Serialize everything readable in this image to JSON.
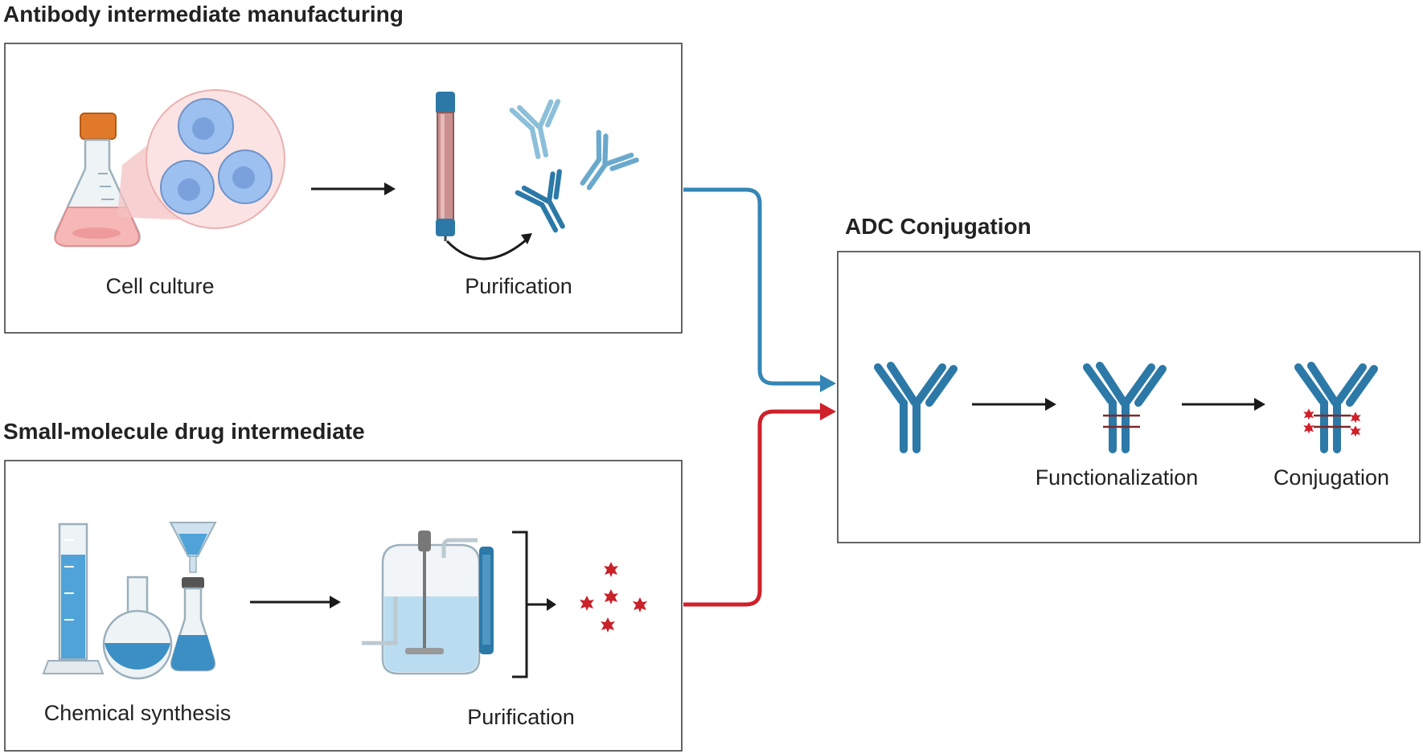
{
  "sections": {
    "antibody": {
      "title": "Antibody intermediate manufacturing",
      "step1": "Cell culture",
      "step2": "Purification"
    },
    "small_molecule": {
      "title": "Small-molecule drug intermediate",
      "step1": "Chemical synthesis",
      "step2": "Purification"
    },
    "adc": {
      "title": "ADC Conjugation",
      "step2": "Functionalization",
      "step3": "Conjugation"
    }
  },
  "colors": {
    "antibody": "#2c79a8",
    "antibody_light": "#7fb4d0",
    "drug": "#c9222b",
    "flow_antibody": "#3586b5",
    "flow_drug": "#d0202a",
    "arrow": "#1b1b1b",
    "liquid": "#5aa6d4",
    "cell": "#8fb3e8",
    "culture": "#f4b4b4"
  },
  "icons": [
    "flask-icon",
    "cell-icon",
    "column-icon",
    "antibody-icon",
    "cylinder-icon",
    "reactor-icon",
    "drug-molecule-icon"
  ]
}
